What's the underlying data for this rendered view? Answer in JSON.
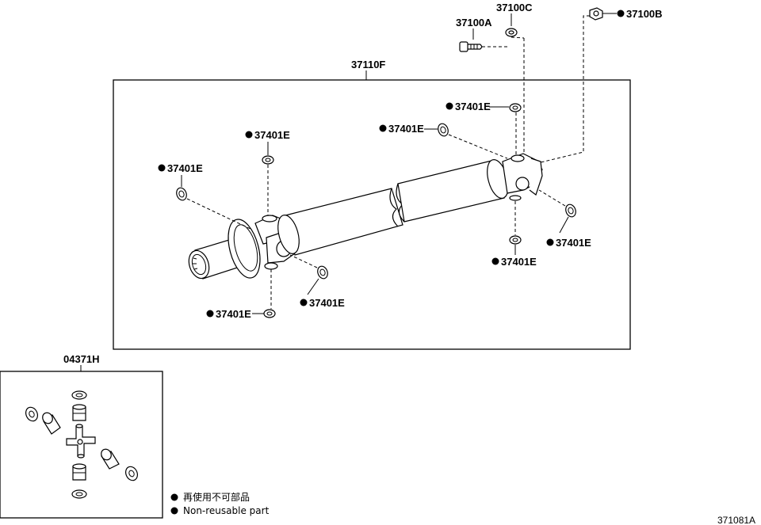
{
  "labels": {
    "bolt": "37100A",
    "washer": "37100C",
    "nut": "37100B",
    "shaft_assembly": "37110F",
    "snap_ring": "37401E",
    "spider_kit": "04371H"
  },
  "legend": {
    "japanese": "再使用不可部品",
    "english": "Non-reusable part"
  },
  "figure_id": "371081A"
}
